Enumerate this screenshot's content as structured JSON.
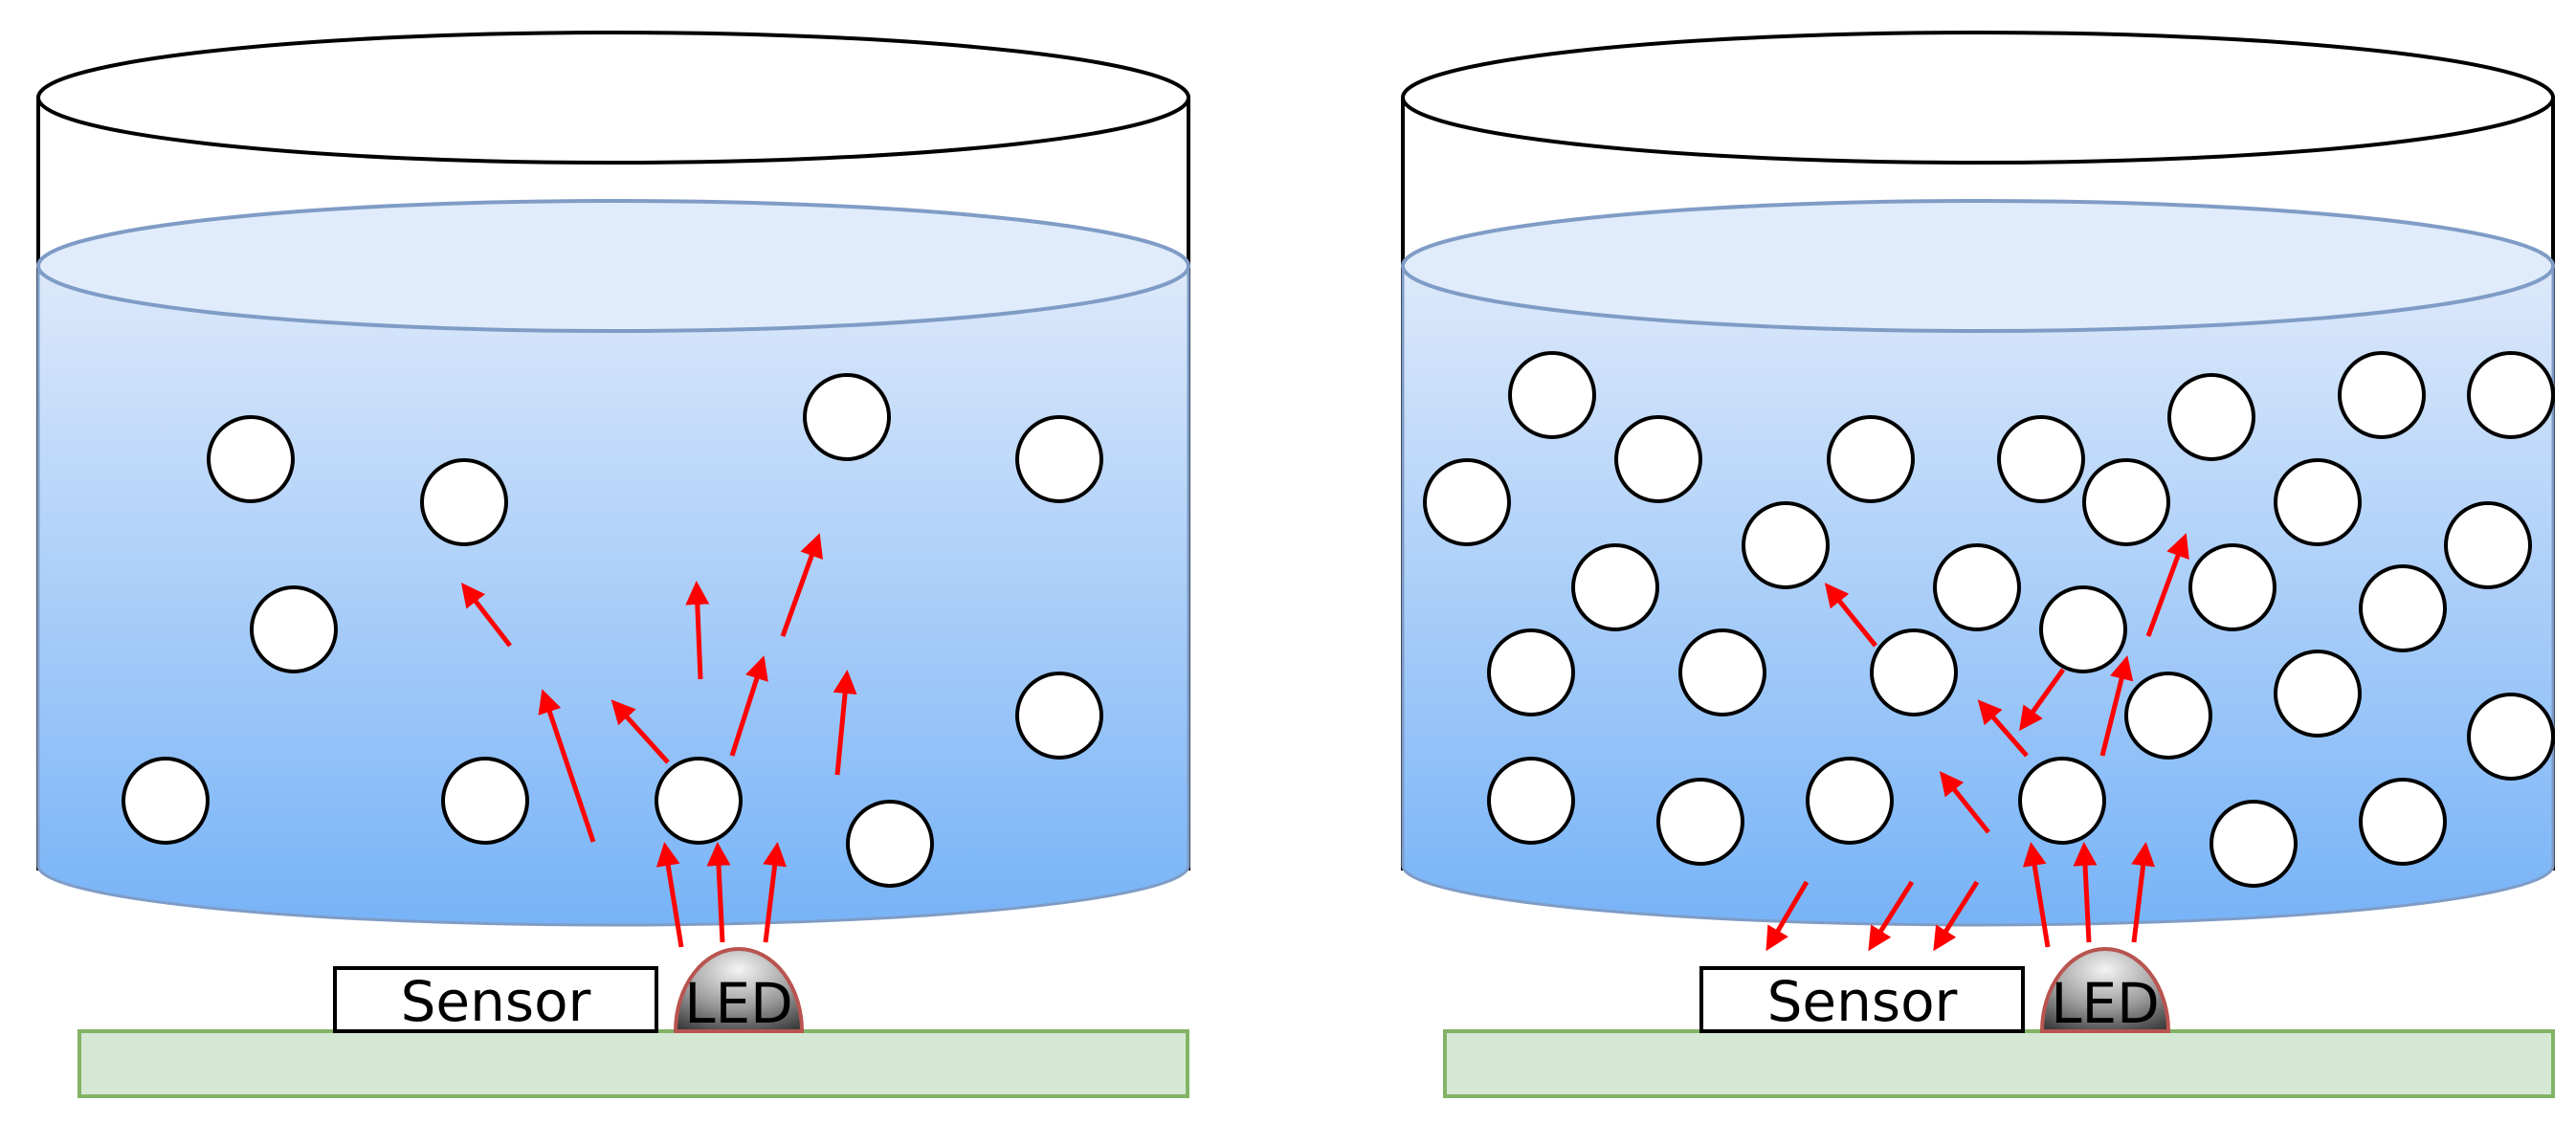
{
  "panels": [
    {
      "id": "left",
      "sensor_label": "Sensor",
      "led_label": "LED"
    },
    {
      "id": "right",
      "sensor_label": "Sensor",
      "led_label": "LED"
    }
  ],
  "colors": {
    "liquid_top": "#dde9fa",
    "liquid_bottom": "#77b3f7",
    "liquid_edge": "#7f9cc6",
    "arrow": "#ff0000",
    "board_fill": "#d5e8d4",
    "board_edge": "#82b366",
    "led_edge": "#b85450",
    "led_light": "#f4f4f4",
    "led_dark": "#3a3a3a"
  }
}
